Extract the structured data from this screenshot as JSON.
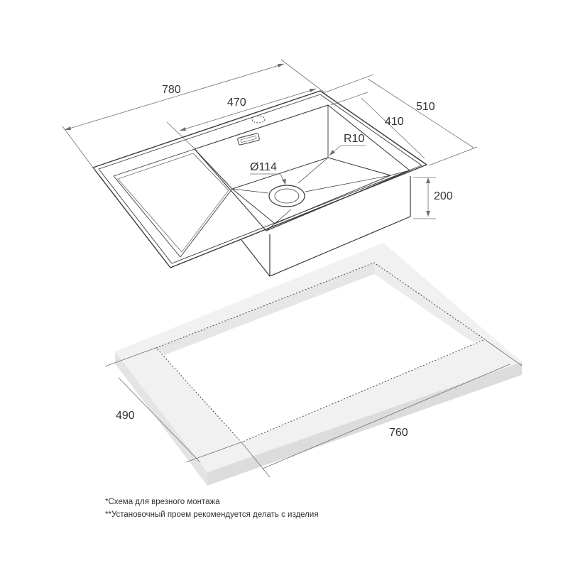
{
  "dimensions": {
    "length_overall": "780",
    "bowl_length": "470",
    "width_overall": "510",
    "bowl_width": "410",
    "depth": "200",
    "corner_radius": "R10",
    "drain_diameter": "Ø114",
    "cutout_width": "490",
    "cutout_length": "760"
  },
  "notes": {
    "line1": "*Схема для врезного монтажа",
    "line2": "**Установочный проем рекомендуется делать с изделия"
  },
  "colors": {
    "line": "#3a3a3a",
    "dim_line": "#6e6e6e",
    "countertop_top": "#f3f3f3",
    "countertop_side": "#dcdcdc"
  }
}
